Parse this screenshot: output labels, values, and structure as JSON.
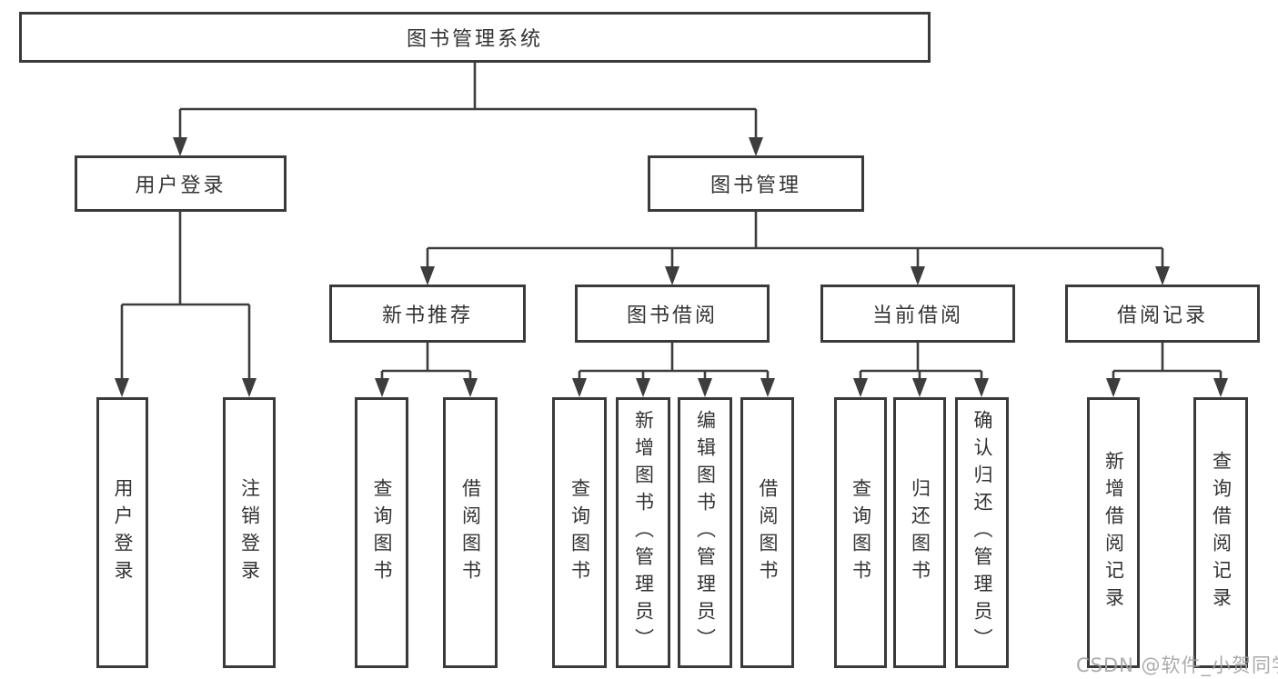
{
  "tree": {
    "root": "图书管理系统",
    "branches": [
      {
        "label": "用户登录",
        "children": [
          "用户登录",
          "注销登录"
        ]
      },
      {
        "label": "图书管理",
        "groups": [
          {
            "label": "新书推荐",
            "children": [
              "查询图书",
              "借阅图书"
            ]
          },
          {
            "label": "图书借阅",
            "children": [
              "查询图书",
              "新增图书（管理员）",
              "编辑图书（管理员）",
              "借阅图书"
            ]
          },
          {
            "label": "当前借阅",
            "children": [
              "查询图书",
              "归还图书",
              "确认归还（管理员）"
            ]
          },
          {
            "label": "借阅记录",
            "children": [
              "新增借阅记录",
              "查询借阅记录"
            ]
          }
        ]
      }
    ]
  },
  "watermark": {
    "text": "CSDN @软件_小贺同学"
  },
  "colors": {
    "line": "#3d3d3d",
    "box_border": "#3a3a3a",
    "text": "#333333",
    "watermark": "#a3a3a3",
    "background": "#ffffff"
  }
}
